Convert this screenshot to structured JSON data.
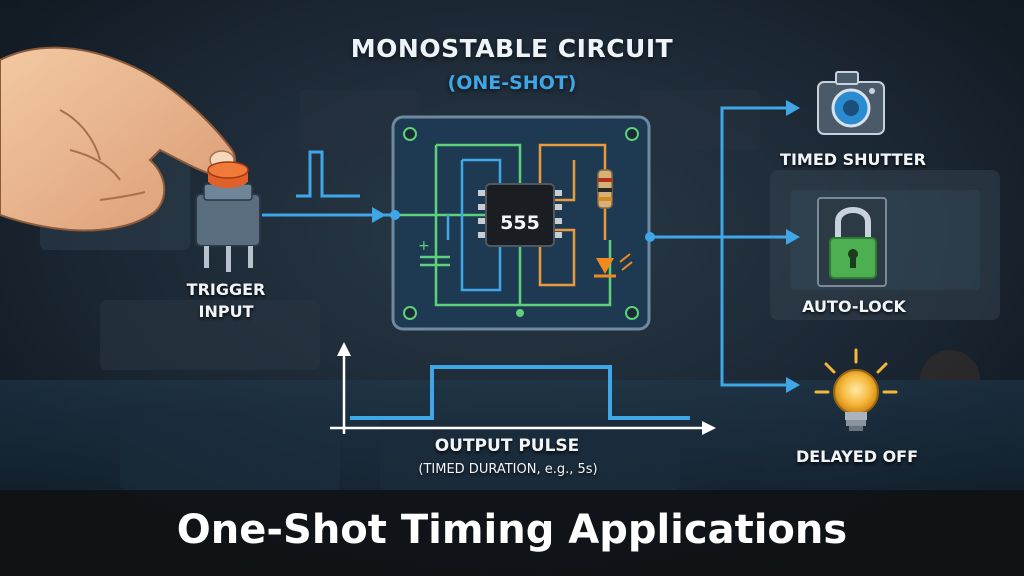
{
  "diagram": {
    "title": "MONOSTABLE CIRCUIT",
    "subtitle": "(ONE-SHOT)",
    "chip_label": "555",
    "trigger_label_line1": "TRIGGER",
    "trigger_label_line2": "INPUT",
    "output_label": "OUTPUT PULSE",
    "output_note": "(TIMED DURATION, e.g., 5s)",
    "applications": [
      {
        "label": "TIMED SHUTTER",
        "icon": "camera-icon"
      },
      {
        "label": "AUTO-LOCK",
        "icon": "padlock-icon"
      },
      {
        "label": "DELAYED OFF",
        "icon": "light-bulb-icon"
      }
    ],
    "caption": "One-Shot Timing Applications"
  },
  "colors": {
    "accent_blue": "#3fa6e8",
    "circuit_green": "#5fd07a",
    "circuit_orange": "#e89a3c",
    "board": "#1e3a52",
    "led_orange": "#f08a1e",
    "lock_green": "#4caf50",
    "bulb_yellow": "#f5b83a"
  }
}
